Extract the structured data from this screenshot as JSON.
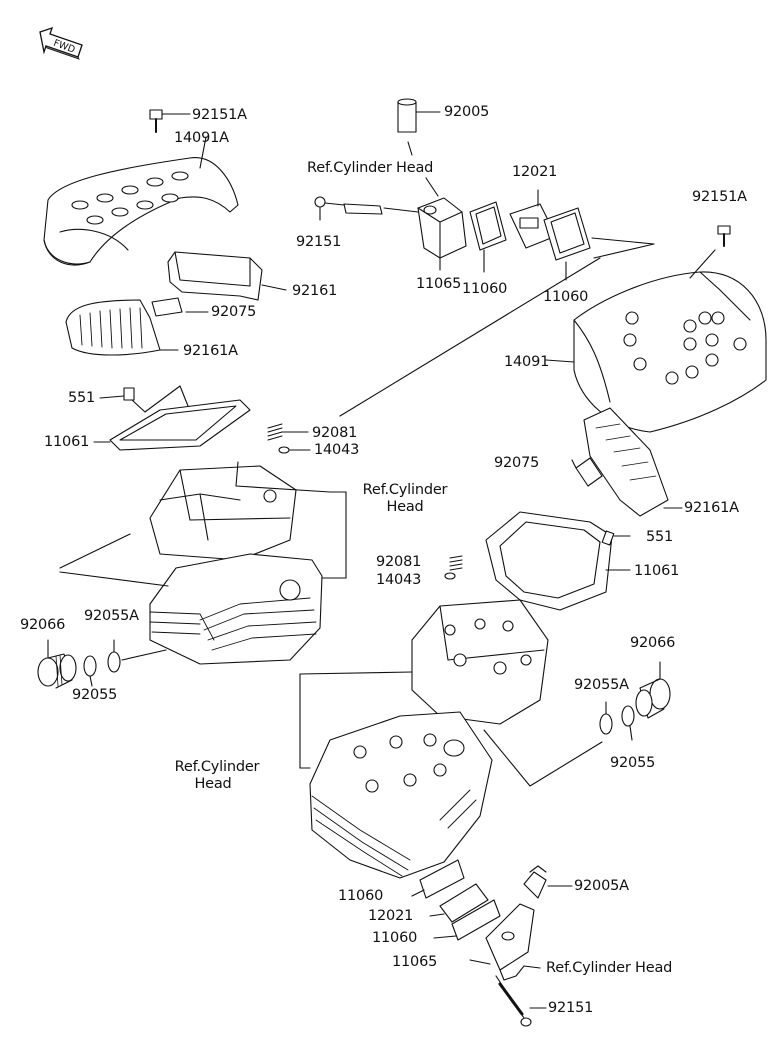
{
  "fwd_badge": "FWD",
  "colors": {
    "ink": "#111111",
    "fill": "#ffffff",
    "shade": "#d9d9d9"
  },
  "labels": {
    "p92151A_top": "92151A",
    "p14091A": "14091A",
    "p92005": "92005",
    "ref_cyl_head_top": "Ref.Cylinder Head",
    "p12021_top": "12021",
    "p92151A_right": "92151A",
    "p92151_top": "92151",
    "p11065_top": "11065",
    "p11060_top_a": "11060",
    "p11060_top_b": "11060",
    "p92161": "92161",
    "p92075_top": "92075",
    "p92161A_left": "92161A",
    "p14091": "14091",
    "p551_left": "551",
    "p11061_left": "11061",
    "p92081_left": "92081",
    "p14043_left": "14043",
    "ref_cyl_head_mid_1": "Ref.Cylinder",
    "ref_cyl_head_mid_2": "Head",
    "p92075_right": "92075",
    "p92161A_right": "92161A",
    "p551_right": "551",
    "p92081_mid": "92081",
    "p14043_mid": "14043",
    "p11061_right": "11061",
    "p92066_left": "92066",
    "p92055A_left": "92055A",
    "p92055_left": "92055",
    "p92066_right": "92066",
    "p92055A_right": "92055A",
    "p92055_right": "92055",
    "ref_cyl_head_low_1": "Ref.Cylinder",
    "ref_cyl_head_low_2": "Head",
    "p11060_bot_a": "11060",
    "p12021_bot": "12021",
    "p11060_bot_b": "11060",
    "p92005A": "92005A",
    "p11065_bot": "11065",
    "ref_cyl_head_bot": "Ref.Cylinder Head",
    "p92151_bot": "92151"
  }
}
